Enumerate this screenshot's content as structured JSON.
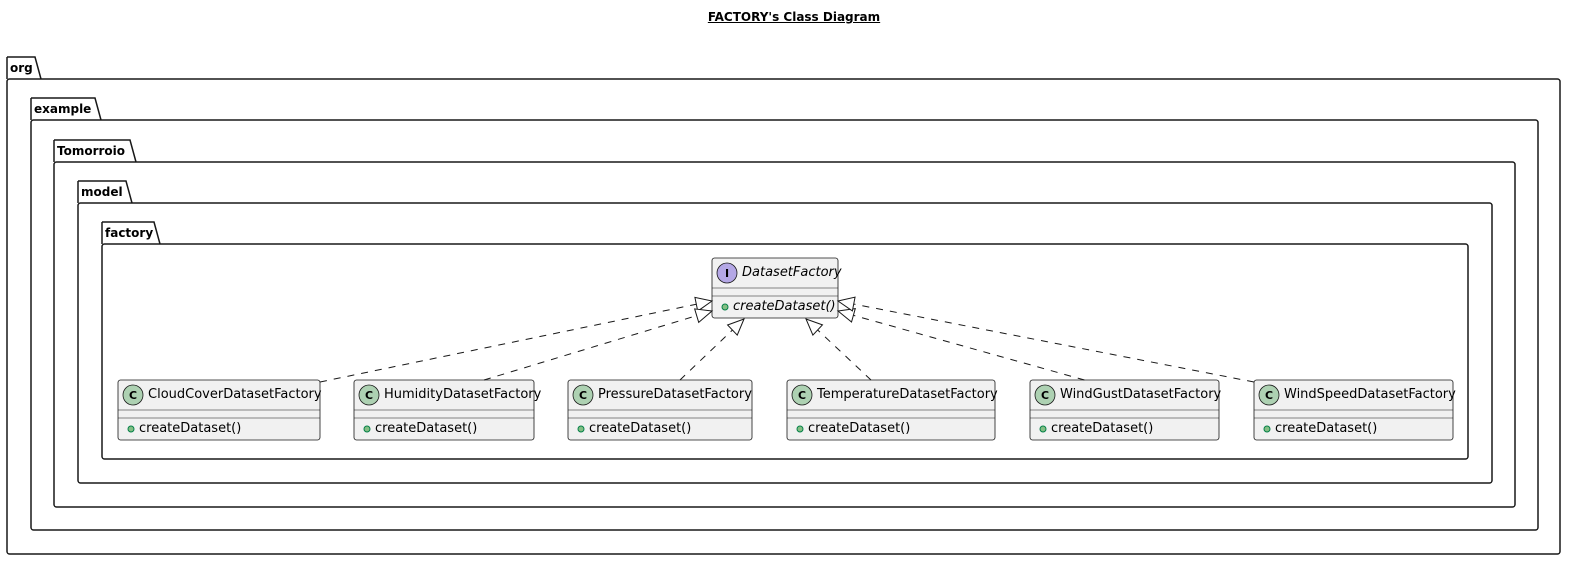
{
  "title": "FACTORY's Class Diagram",
  "packages": [
    "org",
    "example",
    "Tomorroio",
    "model",
    "factory"
  ],
  "interface": {
    "name": "DatasetFactory",
    "stereotype_letter": "I",
    "operation": "createDataset()",
    "visibility": "public"
  },
  "classes": [
    {
      "name": "CloudCoverDatasetFactory",
      "stereotype_letter": "C",
      "operation": "createDataset()"
    },
    {
      "name": "HumidityDatasetFactory",
      "stereotype_letter": "C",
      "operation": "createDataset()"
    },
    {
      "name": "PressureDatasetFactory",
      "stereotype_letter": "C",
      "operation": "createDataset()"
    },
    {
      "name": "TemperatureDatasetFactory",
      "stereotype_letter": "C",
      "operation": "createDataset()"
    },
    {
      "name": "WindGustDatasetFactory",
      "stereotype_letter": "C",
      "operation": "createDataset()"
    },
    {
      "name": "WindSpeedDatasetFactory",
      "stereotype_letter": "C",
      "operation": "createDataset()"
    }
  ],
  "relations": [
    {
      "from": "CloudCoverDatasetFactory",
      "to": "DatasetFactory",
      "type": "realization"
    },
    {
      "from": "HumidityDatasetFactory",
      "to": "DatasetFactory",
      "type": "realization"
    },
    {
      "from": "PressureDatasetFactory",
      "to": "DatasetFactory",
      "type": "realization"
    },
    {
      "from": "TemperatureDatasetFactory",
      "to": "DatasetFactory",
      "type": "realization"
    },
    {
      "from": "WindGustDatasetFactory",
      "to": "DatasetFactory",
      "type": "realization"
    },
    {
      "from": "WindSpeedDatasetFactory",
      "to": "DatasetFactory",
      "type": "realization"
    }
  ],
  "colors": {
    "class_fill": "#f1f1f1",
    "class_badge": "#add1b2",
    "interface_badge": "#b4a7e5",
    "public_marker": "#84be84",
    "public_marker_border": "#038048",
    "border": "#181818"
  }
}
